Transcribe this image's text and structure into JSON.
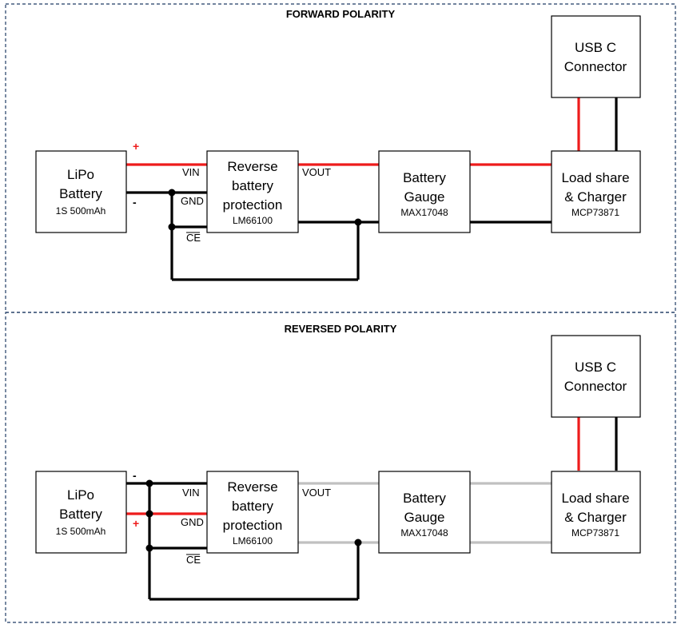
{
  "colors": {
    "positive": "#ee1c1c",
    "negative": "#000000",
    "inactive": "#c0c0c0",
    "frame": "#1f3b63"
  },
  "forward": {
    "title": "FORWARD POLARITY",
    "battery": {
      "line1": "LiPo",
      "line2": "Battery",
      "spec": "1S 500mAh"
    },
    "protection": {
      "line1": "Reverse",
      "line2": "battery",
      "line3": "protection",
      "part": "LM66100"
    },
    "gauge": {
      "line1": "Battery",
      "line2": "Gauge",
      "part": "MAX17048"
    },
    "charger": {
      "line1": "Load share",
      "line2": "& Charger",
      "part": "MCP73871"
    },
    "usb": {
      "line1": "USB C",
      "line2": "Connector"
    },
    "pins": {
      "vin": "VIN",
      "gnd": "GND",
      "ce": "CE",
      "vout": "VOUT"
    },
    "signs": {
      "top": "+",
      "bottom": "-"
    }
  },
  "reversed": {
    "title": "REVERSED POLARITY",
    "battery": {
      "line1": "LiPo",
      "line2": "Battery",
      "spec": "1S 500mAh"
    },
    "protection": {
      "line1": "Reverse",
      "line2": "battery",
      "line3": "protection",
      "part": "LM66100"
    },
    "gauge": {
      "line1": "Battery",
      "line2": "Gauge",
      "part": "MAX17048"
    },
    "charger": {
      "line1": "Load share",
      "line2": "& Charger",
      "part": "MCP73871"
    },
    "usb": {
      "line1": "USB C",
      "line2": "Connector"
    },
    "pins": {
      "vin": "VIN",
      "gnd": "GND",
      "ce": "CE",
      "vout": "VOUT"
    },
    "signs": {
      "top": "-",
      "bottom": "+"
    }
  }
}
